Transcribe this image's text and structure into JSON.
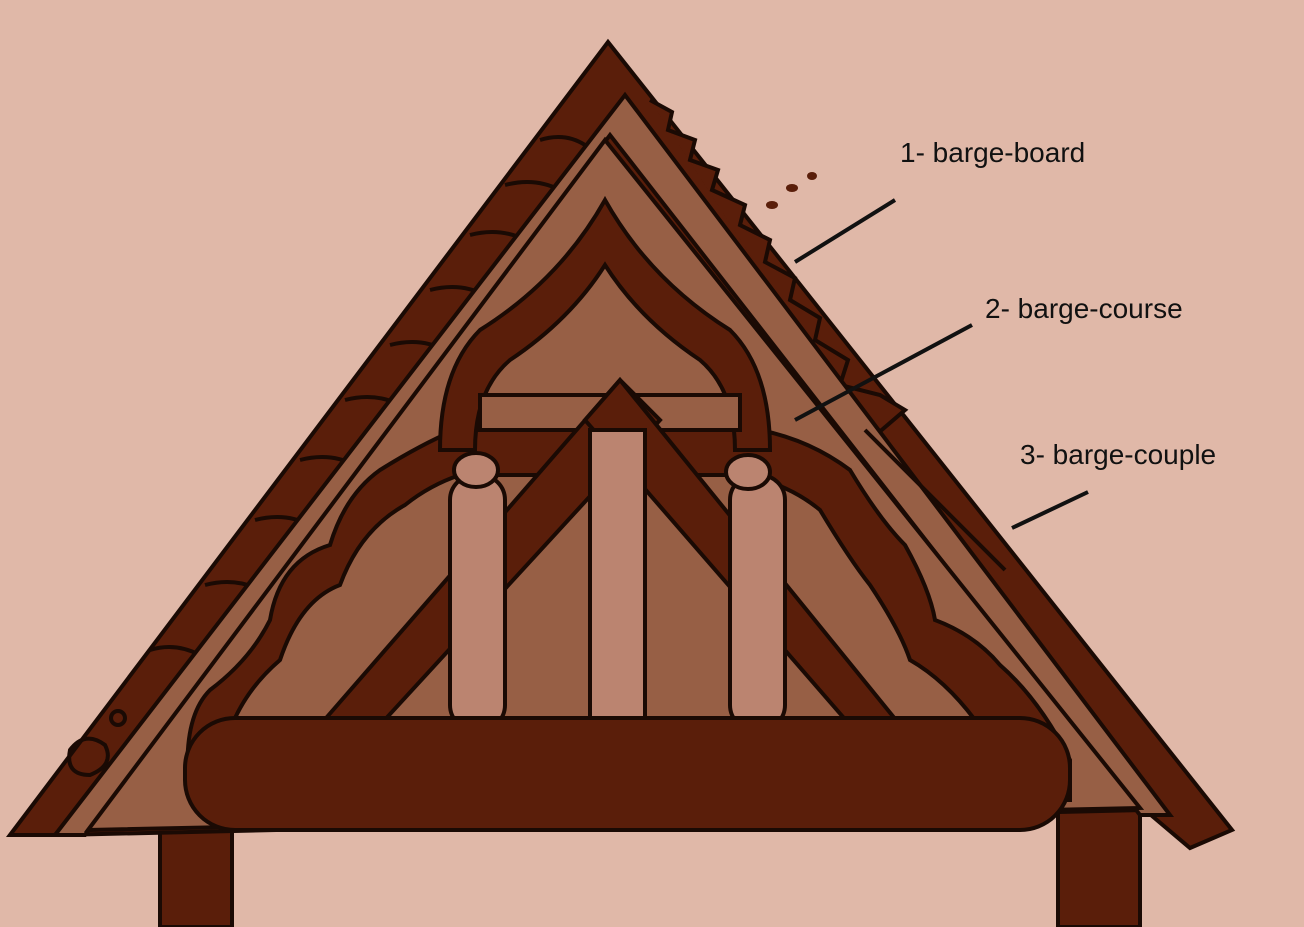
{
  "labels": {
    "barge_board": "1- barge-board",
    "barge_course": "2- barge-course",
    "barge_couple": "3- barge-couple"
  },
  "colors": {
    "background": "#e0b8a8",
    "dark_wood": "#5a1e0a",
    "medium_wood": "#975f45",
    "light_wood": "#bb8470",
    "outline": "#1a0a04"
  }
}
